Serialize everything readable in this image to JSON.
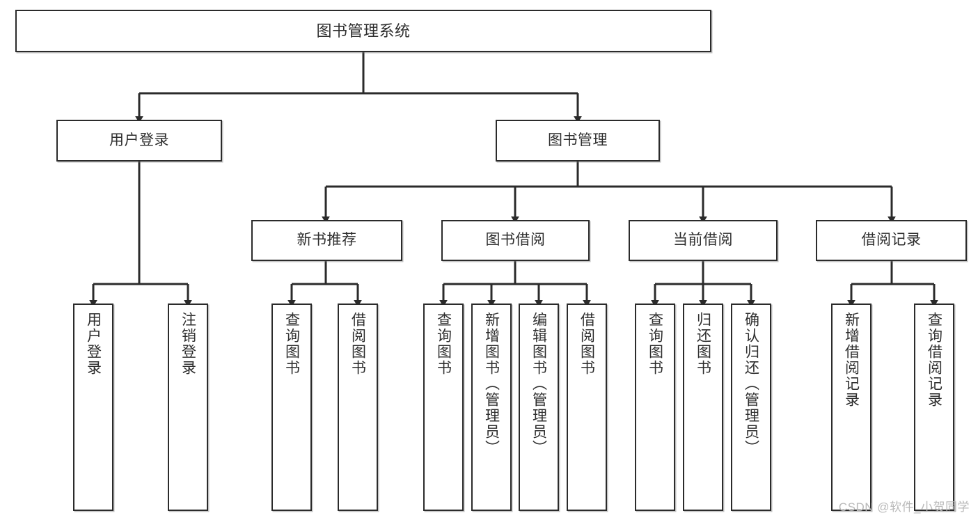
{
  "diagram": {
    "title": "图书管理系统",
    "type": "tree",
    "colors": {
      "stroke": "#2b2b2b",
      "fill": "#ffffff",
      "text": "#2e2e2e",
      "watermark": "#b9b9b9",
      "background": "#ffffff"
    }
  },
  "watermark": {
    "text": "CSDN @软件_小贺同学"
  },
  "nodes": {
    "root": {
      "label": "图书管理系统"
    },
    "level2": [
      {
        "label": "用户登录"
      },
      {
        "label": "图书管理"
      }
    ],
    "level3": [
      {
        "label": "新书推荐"
      },
      {
        "label": "图书借阅"
      },
      {
        "label": "当前借阅"
      },
      {
        "label": "借阅记录"
      }
    ],
    "leaves": {
      "user_login": [
        {
          "label": "用户登录"
        },
        {
          "label": "注销登录"
        }
      ],
      "new_book": [
        {
          "label": "查询图书"
        },
        {
          "label": "借阅图书"
        }
      ],
      "book_borrow": [
        {
          "label": "查询图书"
        },
        {
          "label": "新增图书（管理员）"
        },
        {
          "label": "编辑图书（管理员）"
        },
        {
          "label": "借阅图书"
        }
      ],
      "current_borrow": [
        {
          "label": "查询图书"
        },
        {
          "label": "归还图书"
        },
        {
          "label": "确认归还（管理员）"
        }
      ],
      "borrow_record": [
        {
          "label": "新增借阅记录"
        },
        {
          "label": "查询借阅记录"
        }
      ]
    }
  }
}
